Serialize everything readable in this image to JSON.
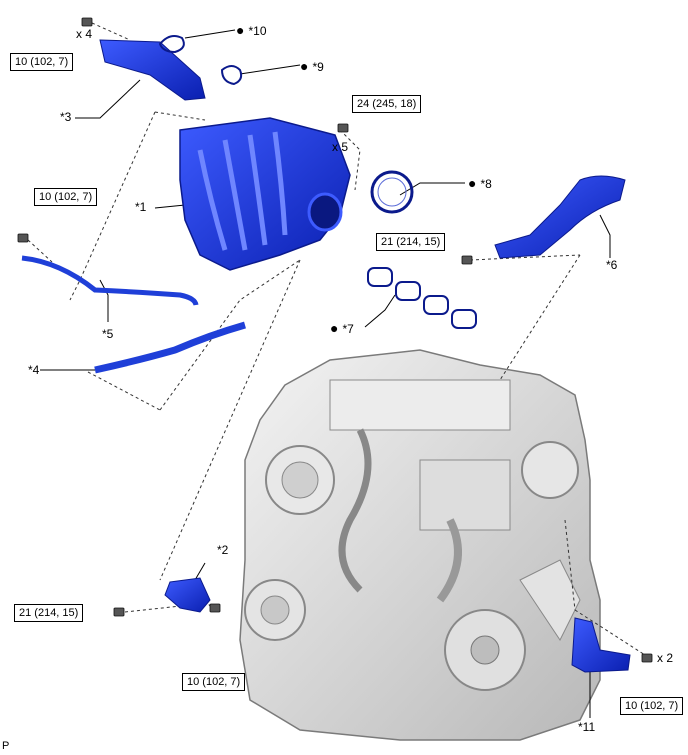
{
  "torque_specs": {
    "t1": "10 (102, 7)",
    "t2": "24 (245, 18)",
    "t3": "10 (102, 7)",
    "t4": "21 (214, 15)",
    "t5": "21 (214, 15)",
    "t6": "10 (102, 7)",
    "t7": "10 (102, 7)"
  },
  "quantities": {
    "q1": "x 4",
    "q2": "x 5",
    "q3": "x 2"
  },
  "callouts": {
    "c1": "*1",
    "c2": "*2",
    "c3": "*3",
    "c4": "*4",
    "c5": "*5",
    "c6": "*6",
    "c7": "*7",
    "c8": "*8",
    "c9": "*9",
    "c10": "*10",
    "c11": "*11"
  },
  "markers": {
    "bullet": "●"
  },
  "corner_label": "P",
  "colors": {
    "part": "#1f3fd8",
    "part_dark": "#0b1a8c",
    "engine": "#d9d9d9",
    "engine_dark": "#8c8c8c"
  }
}
